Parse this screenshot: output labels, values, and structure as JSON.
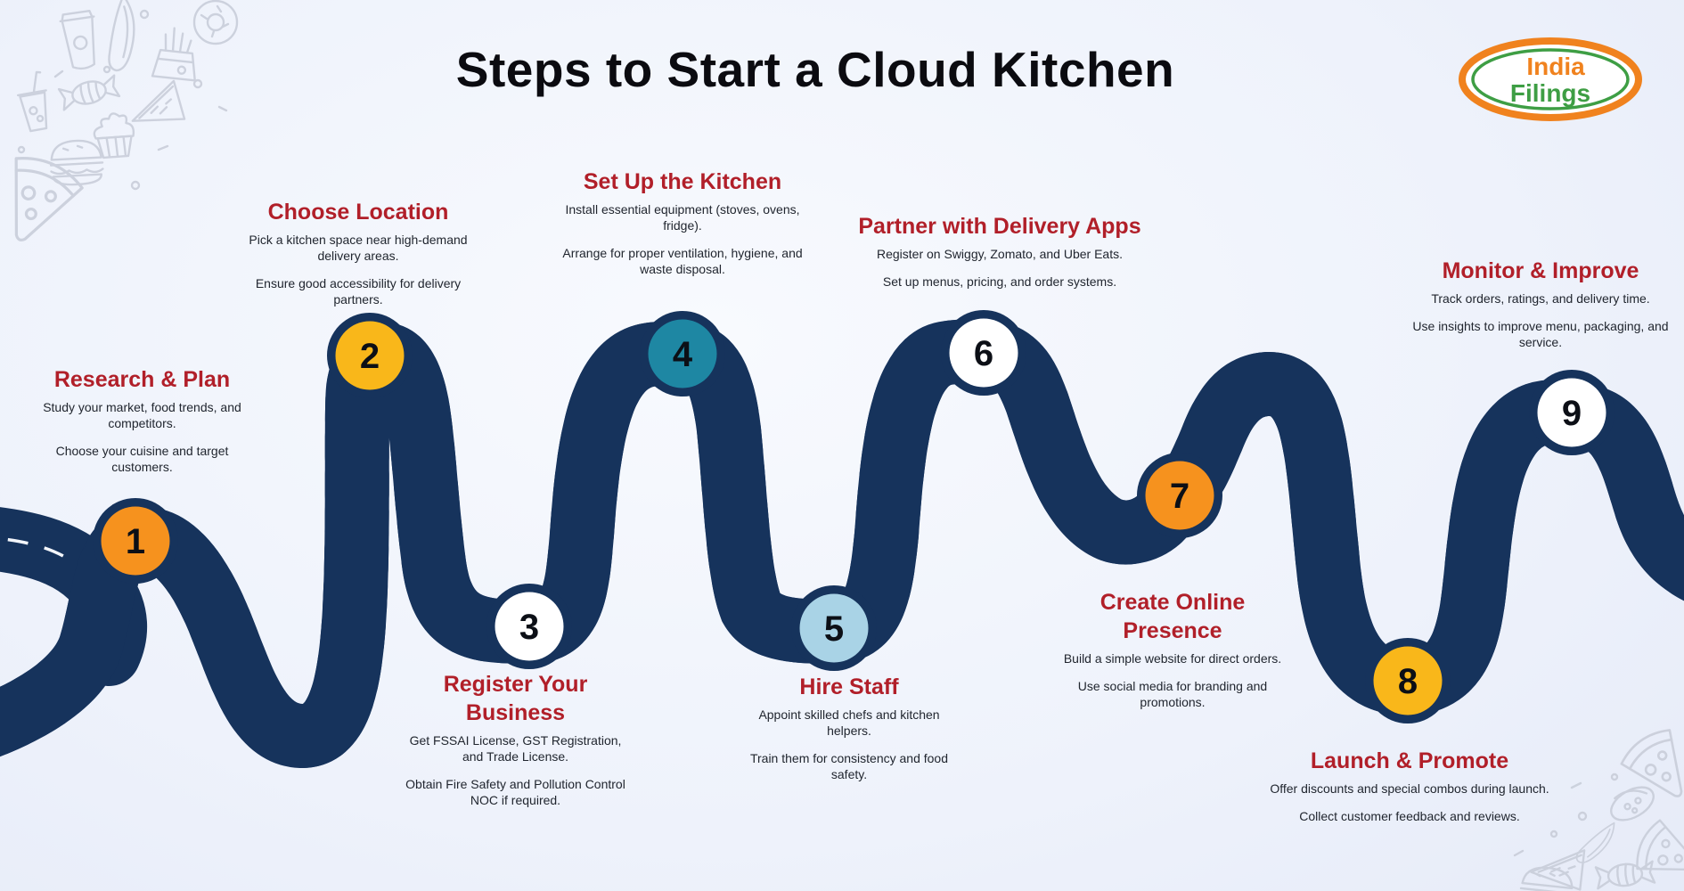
{
  "title": "Steps to Start a Cloud Kitchen",
  "logo": {
    "line1": "India",
    "line2": "Filings",
    "orange": "#F0821E",
    "green": "#3E9E44"
  },
  "road": {
    "color": "#16335C",
    "dash_color": "#F3F6FB"
  },
  "accent": {
    "heading_color": "#B11F29",
    "body_color": "#21262F",
    "title_color": "#0B0B10"
  },
  "steps": [
    {
      "number": "1",
      "title": "Research & Plan",
      "color": "#F6921E",
      "lines": [
        "Study your market, food trends, and competitors.",
        "Choose your cuisine and target customers."
      ]
    },
    {
      "number": "2",
      "title": "Choose Location",
      "color": "#F9B71A",
      "lines": [
        "Pick a kitchen space near high-demand delivery areas.",
        "Ensure good accessibility for delivery partners."
      ]
    },
    {
      "number": "3",
      "title": "Register Your Business",
      "color": "#FFFFFF",
      "lines": [
        "Get FSSAI License, GST Registration, and Trade License.",
        "Obtain Fire Safety and Pollution Control NOC if required."
      ]
    },
    {
      "number": "4",
      "title": "Set Up the Kitchen",
      "color": "#1E87A3",
      "lines": [
        "Install essential equipment (stoves, ovens, fridge).",
        "Arrange for proper ventilation, hygiene, and waste disposal."
      ]
    },
    {
      "number": "5",
      "title": "Hire Staff",
      "color": "#A9D3E6",
      "lines": [
        "Appoint skilled chefs and kitchen helpers.",
        "Train them for consistency and food safety."
      ]
    },
    {
      "number": "6",
      "title": "Partner with Delivery Apps",
      "color": "#FFFFFF",
      "lines": [
        "Register on Swiggy, Zomato, and Uber Eats.",
        "Set up menus, pricing, and order systems."
      ]
    },
    {
      "number": "7",
      "title": "Create Online Presence",
      "color": "#F6921E",
      "lines": [
        "Build a simple website for direct orders.",
        "Use social media for branding and promotions."
      ]
    },
    {
      "number": "8",
      "title": "Launch & Promote",
      "color": "#F9B71A",
      "lines": [
        "Offer discounts and special combos during launch.",
        "Collect customer feedback and reviews."
      ]
    },
    {
      "number": "9",
      "title": "Monitor & Improve",
      "color": "#FFFFFF",
      "lines": [
        "Track orders, ratings, and delivery time.",
        "Use insights to improve menu, packaging, and service."
      ]
    }
  ]
}
